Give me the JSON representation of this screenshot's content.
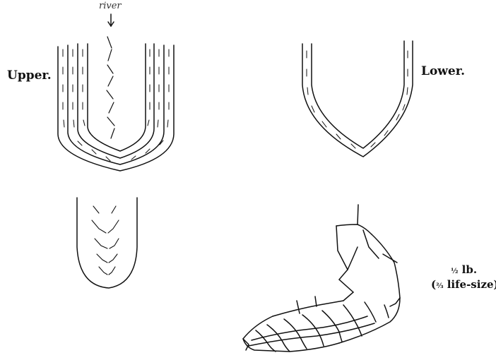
{
  "labels": {
    "handwriting": "river",
    "upper": "Upper.",
    "lower": "Lower.",
    "weight": "lb.",
    "weight_fraction": "½",
    "scale_open": "(",
    "scale_fraction": "⅔",
    "scale_text": " life-size)."
  }
}
